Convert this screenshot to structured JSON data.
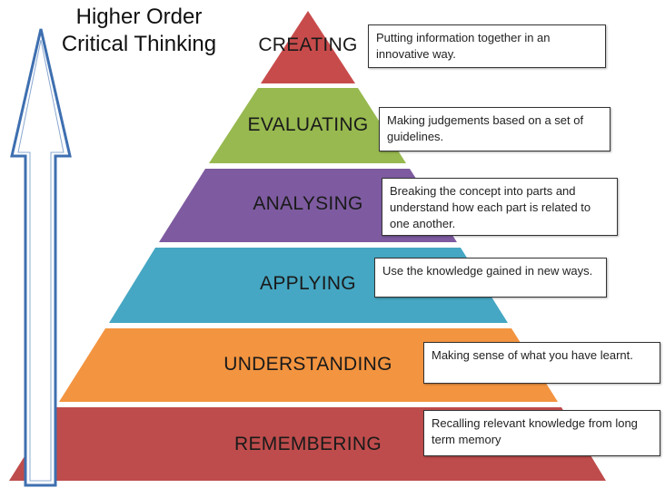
{
  "title_line1": "Higher Order",
  "title_line2": "Critical Thinking",
  "levels": [
    {
      "label": "CREATING",
      "description": "Putting information together in an innovative way.",
      "color": "#c84b4b"
    },
    {
      "label": "EVALUATING",
      "description": "Making judgements based on a set of guidelines.",
      "color": "#97b94f"
    },
    {
      "label": "ANALYSING",
      "description": "Breaking the concept into parts and understand how each part is related to one another.",
      "color": "#7e5ba0"
    },
    {
      "label": "APPLYING",
      "description": "Use the knowledge gained in new ways.",
      "color": "#45a7c3"
    },
    {
      "label": "UNDERSTANDING",
      "description": "Making sense of what you have learnt.",
      "color": "#f39440"
    },
    {
      "label": "REMEMBERING",
      "description": "Recalling relevant knowledge from long term memory",
      "color": "#bf4c4c"
    }
  ],
  "arrow_color": "#3e6fb0"
}
